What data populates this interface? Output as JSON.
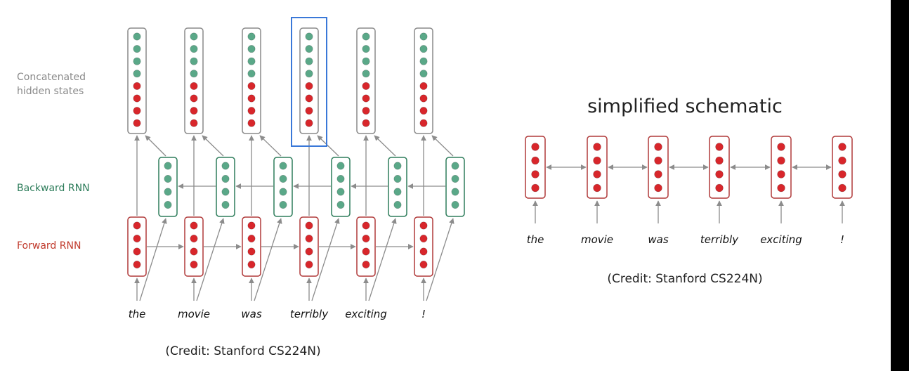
{
  "diagram": {
    "labels": {
      "concat_line1": "Concatenated",
      "concat_line2": "hidden states",
      "backward": "Backward RNN",
      "forward": "Forward RNN"
    },
    "words": [
      "the",
      "movie",
      "was",
      "terribly",
      "exciting",
      "!"
    ],
    "credit_left": "(Credit: Stanford CS224N)",
    "schematic": {
      "title": "simplified schematic",
      "words": [
        "the",
        "movie",
        "was",
        "terribly",
        "exciting",
        "!"
      ],
      "credit": "(Credit: Stanford CS224N)"
    },
    "highlighted_index": 3,
    "colors": {
      "forward_dot": "#d8262b",
      "forward_border": "#b03a3a",
      "backward_dot": "#5aa888",
      "backward_border": "#2e7d5b",
      "concat_border": "#8a8a8a",
      "arrow": "#8c8c8c",
      "highlight": "#3a78d8",
      "label_gray": "#8a8a8a",
      "label_green": "#2e7d5b",
      "label_red": "#c0392b"
    }
  }
}
